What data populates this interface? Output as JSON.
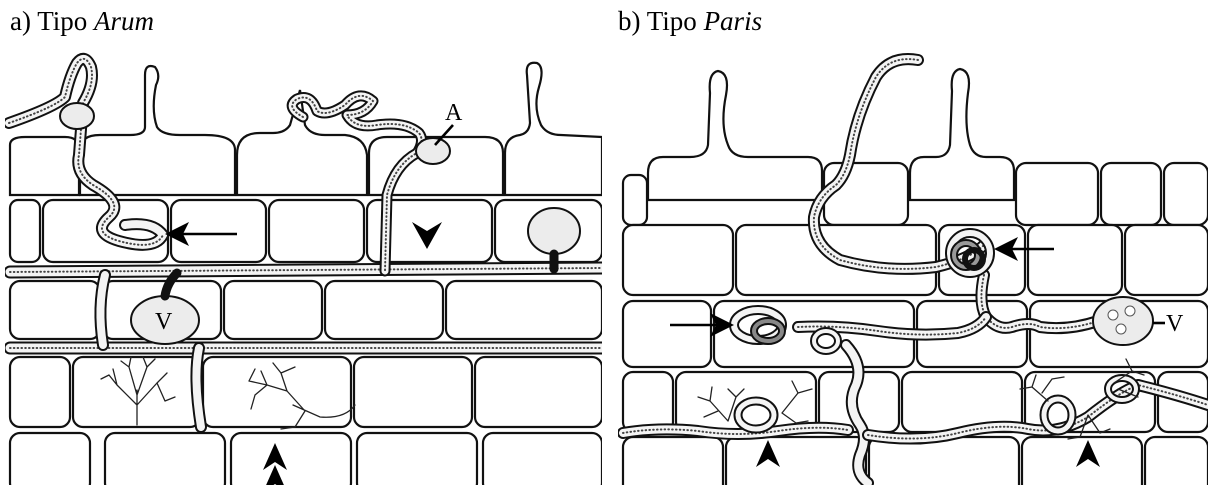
{
  "panels": [
    {
      "prefix": "a)  Tipo ",
      "name": "Arum",
      "labels": {
        "appressorium": "A",
        "vesicle": "V"
      }
    },
    {
      "prefix": "b) Tipo ",
      "name": "Paris",
      "labels": {
        "vesicle": "V"
      }
    }
  ]
}
